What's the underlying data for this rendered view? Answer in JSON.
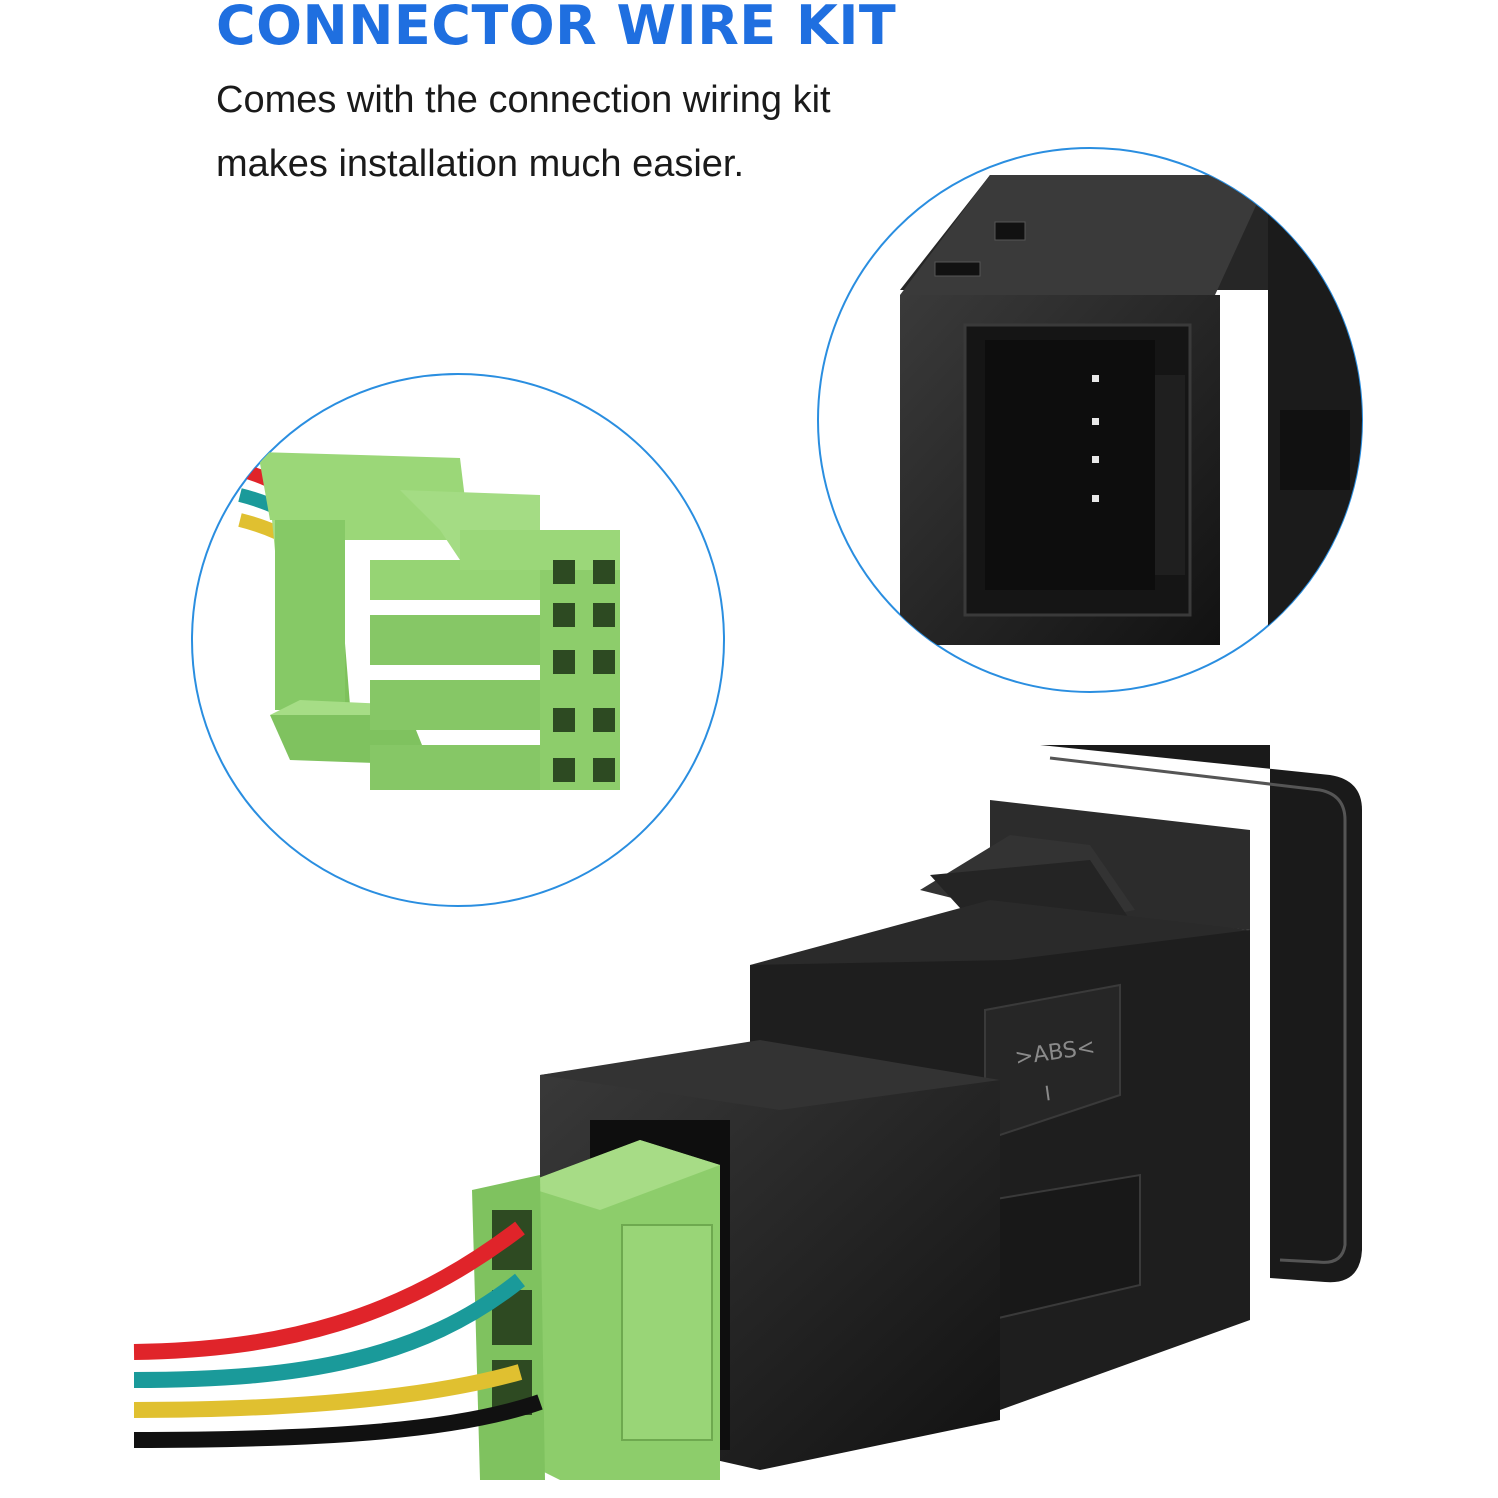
{
  "heading": "CONNECTOR WIRE KIT",
  "description": {
    "line1": "Comes with the connection wiring kit",
    "line2": "makes installation much easier."
  },
  "switch_label": {
    "brand": ">ABS<",
    "mark": "I"
  },
  "colors": {
    "heading": "#1f6fe0",
    "circle_border": "#2a8ee0",
    "connector_green": "#8fce6e",
    "housing_black": "#1e1e1e",
    "wire_red": "#e0242a",
    "wire_teal": "#1a9a9a",
    "wire_yellow": "#e0c030",
    "wire_black": "#111111"
  }
}
